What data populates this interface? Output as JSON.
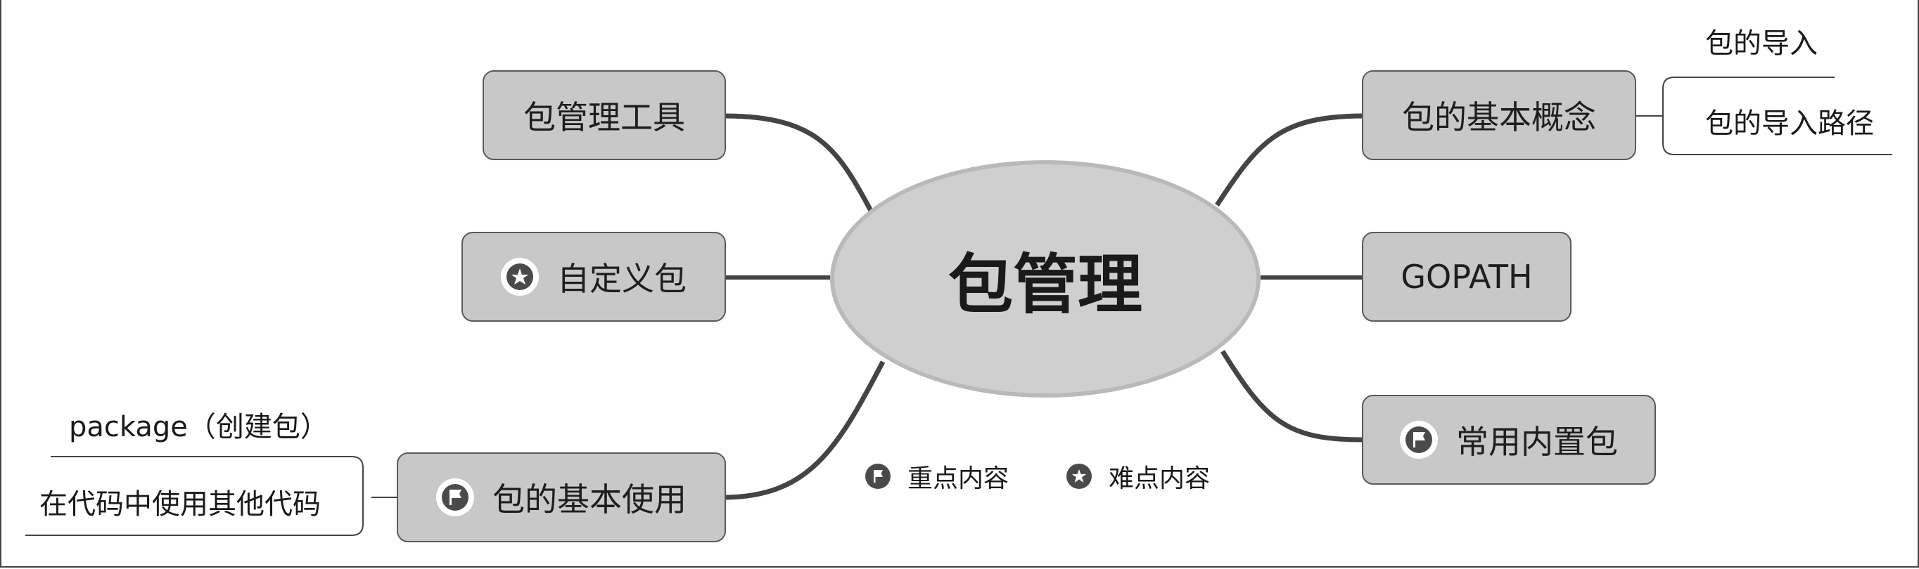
{
  "center": "包管理",
  "left": {
    "tools": "包管理工具",
    "custom": "自定义包",
    "usage": "包的基本使用"
  },
  "right": {
    "concepts": "包的基本概念",
    "gopath": "GOPATH",
    "builtin": "常用内置包"
  },
  "leaves": {
    "import": "包的导入",
    "import_path": "包的导入路径",
    "package": "package（创建包）",
    "use_other": "在代码中使用其他代码"
  },
  "legend": {
    "key": "重点内容",
    "hard": "难点内容"
  },
  "icons": {
    "key": "flag-icon",
    "hard": "star-icon"
  },
  "colors": {
    "node_fill": "#c8c8c8",
    "center_fill": "#cfcfcf",
    "connector": "#444444"
  }
}
